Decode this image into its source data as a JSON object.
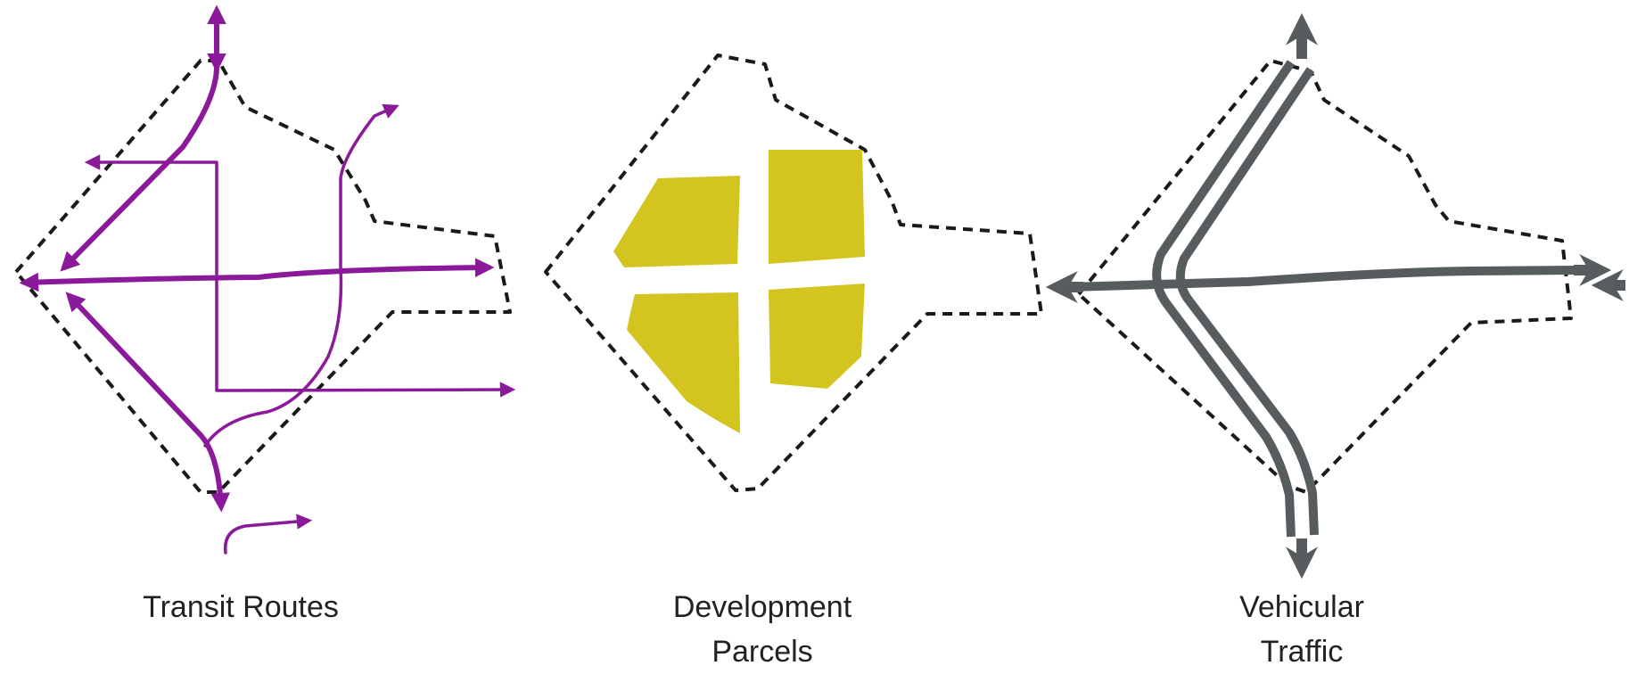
{
  "panels": [
    {
      "id": "transit",
      "caption_lines": [
        "Transit Routes"
      ],
      "color": "#8b1a9a"
    },
    {
      "id": "parcels",
      "caption_lines": [
        "Development",
        "Parcels"
      ],
      "color": "#d4c420"
    },
    {
      "id": "traffic",
      "caption_lines": [
        "Vehicular",
        "Traffic"
      ],
      "color": "#575c5e"
    }
  ],
  "boundary_style": {
    "color": "#1a1a1a",
    "pattern": "dashed"
  }
}
